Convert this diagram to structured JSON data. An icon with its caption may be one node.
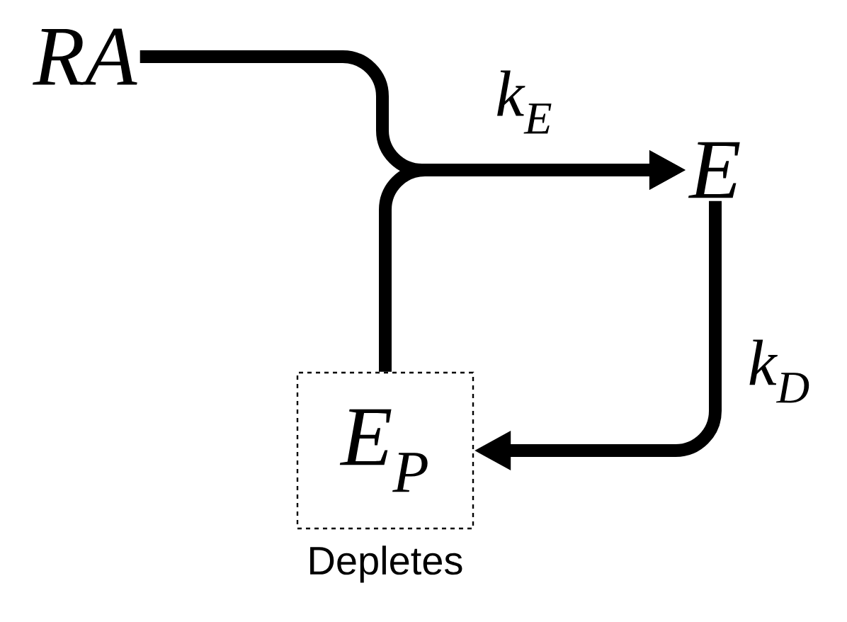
{
  "diagram": {
    "nodes": [
      {
        "text": [
          "RA"
        ]
      },
      {
        "text": [
          "E"
        ]
      },
      {
        "text": [
          "E$_{P}$"
        ],
        "beside": [
          "Depletes"
        ]
      }
    ],
    "edges": [
      {
        "from": 0,
        "to": 1,
        "arrow": "to",
        "label": "k$_{E}$"
      },
      {
        "from": 2,
        "to": 1,
        "arrow": "to"
      },
      {
        "from": 1,
        "to": 2,
        "arrow": "to",
        "label": "k$_{D}$"
      }
    ]
  }
}
